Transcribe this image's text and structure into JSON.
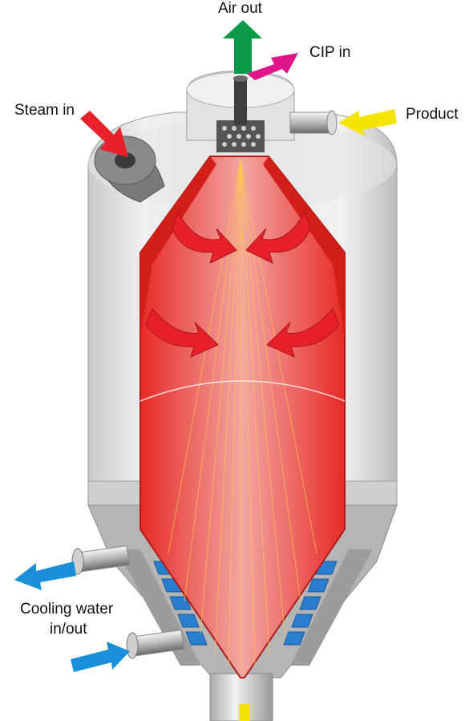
{
  "labels": {
    "air_out": "Air out",
    "cip_in": "CIP in",
    "steam_in": "Steam in",
    "product": "Product",
    "cooling_water_line1": "Cooling water",
    "cooling_water_line2": "in/out"
  },
  "colors": {
    "air_out_arrow": "#0a9a4a",
    "cip_in_arrow": "#e0158a",
    "steam_in_arrow": "#e8202a",
    "product_arrow": "#f5e400",
    "cooling_water_arrow": "#1a8ed8",
    "chamber": "#e8332e",
    "vessel": "#dcdcdc"
  },
  "icons": [
    "air-out-arrow-icon",
    "cip-in-arrow-icon",
    "steam-in-arrow-icon",
    "product-in-arrow-icon",
    "cooling-water-out-arrow-icon",
    "cooling-water-in-arrow-icon",
    "spray-flow-arrow-icon"
  ]
}
